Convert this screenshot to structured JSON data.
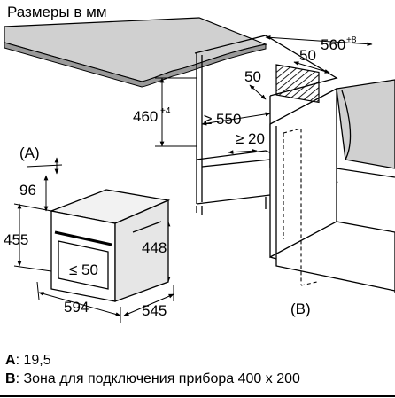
{
  "title": "Размеры в мм",
  "dimensions": {
    "depth_right_main": "560",
    "depth_right_sup": "+8",
    "top_gap": "50",
    "side_gap": "50",
    "height_main": "460",
    "height_sup": "+4",
    "depth_min": "≥ 550",
    "bottom_min": "≥ 20",
    "label_a": "(A)",
    "front_96": "96",
    "height_455": "455",
    "height_448": "448",
    "front_le50": "≤ 50",
    "width_594": "594",
    "depth_545": "545",
    "label_b": "(B)"
  },
  "legend": {
    "a_key": "A",
    "a_text": ": 19,5",
    "b_key": "B",
    "b_text": ": Зона для подключения прибора 400 x 200"
  }
}
